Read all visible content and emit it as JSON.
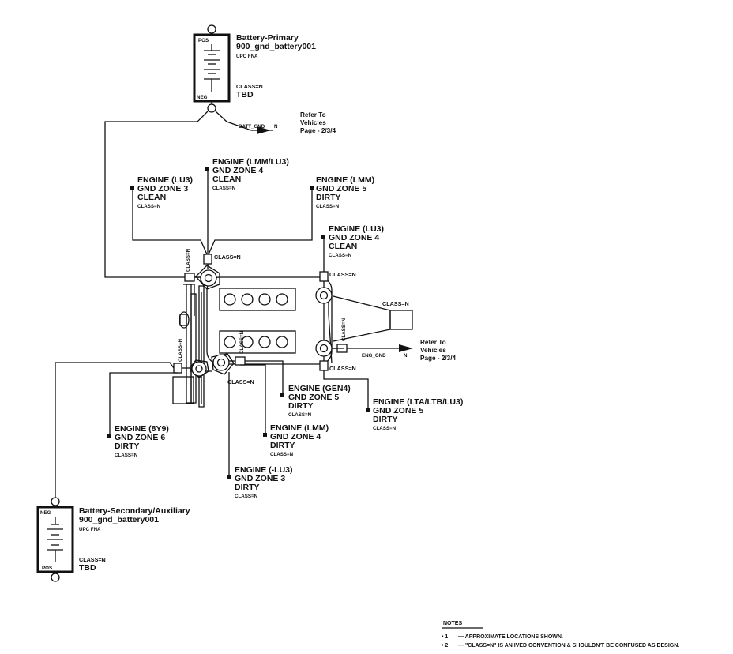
{
  "battery_primary": {
    "pos_label": "POS",
    "neg_label": "NEG",
    "name": "Battery-Primary",
    "part": "900_gnd_battery001",
    "codes": "UPC   FNA",
    "class": "CLASS=N",
    "tbd": "TBD"
  },
  "battery_secondary": {
    "neg_label": "NEG",
    "pos_label": "POS",
    "name": "Battery-Secondary/Auxiliary",
    "part": "900_gnd_battery001",
    "codes": "UPC   FNA",
    "class": "CLASS=N",
    "tbd": "TBD"
  },
  "batt_gnd": {
    "signal": "BATT_GND",
    "pin": "N",
    "ref": [
      "Refer To",
      "Vehicles",
      "Page - 2/3/4"
    ]
  },
  "eng_gnd": {
    "signal": "ENG_GND",
    "pin": "N",
    "ref": [
      "Refer To",
      "Vehicles",
      "Page - 2/3/4"
    ]
  },
  "grounds": {
    "lmm_lu3_zone4": [
      "ENGINE (LMM/LU3)",
      "GND ZONE 4",
      "CLEAN",
      "CLASS=N"
    ],
    "lu3_zone3": [
      "ENGINE (LU3)",
      "GND ZONE 3",
      "CLEAN",
      "CLASS=N"
    ],
    "lmm_zone5": [
      "ENGINE (LMM)",
      "GND ZONE 5",
      "DIRTY",
      "CLASS=N"
    ],
    "lu3_zone4": [
      "ENGINE (LU3)",
      "GND ZONE 4",
      "CLEAN",
      "CLASS=N"
    ],
    "gen4_zone5": [
      "ENGINE (GEN4)",
      "GND ZONE 5",
      "DIRTY",
      "CLASS=N"
    ],
    "lta_zone5": [
      "ENGINE (LTA/LTB/LU3)",
      "GND ZONE 5",
      "DIRTY",
      "CLASS=N"
    ],
    "8y9_zone6": [
      "ENGINE (8Y9)",
      "GND ZONE 6",
      "DIRTY",
      "CLASS=N"
    ],
    "lmm_zone4": [
      "ENGINE (LMM)",
      "GND ZONE 4",
      "DIRTY",
      "CLASS=N"
    ],
    "nlu3_zone3": [
      "ENGINE (-LU3)",
      "GND ZONE 3",
      "DIRTY",
      "CLASS=N"
    ]
  },
  "terminal_labels": {
    "top_center": "CLASS=N",
    "left_vertical": "CLASS=N",
    "right_upper": "CLASS=N",
    "right_bracket": "CLASS=N",
    "right_vertical": "CLASS=N",
    "right_lower": "CLASS=N",
    "lower_left_vertical": "CLASS=N",
    "mid_vertical": "CLASS=N",
    "bottom_center": "CLASS=N"
  },
  "notes": {
    "title": "NOTES",
    "items": [
      {
        "num": "• 1",
        "text": "— APPROXIMATE LOCATIONS SHOWN."
      },
      {
        "num": "• 2",
        "text": "— \"CLASS=N\" IS AN IVED CONVENTION & SHOULDN'T BE CONFUSED AS DESIGN."
      }
    ]
  }
}
